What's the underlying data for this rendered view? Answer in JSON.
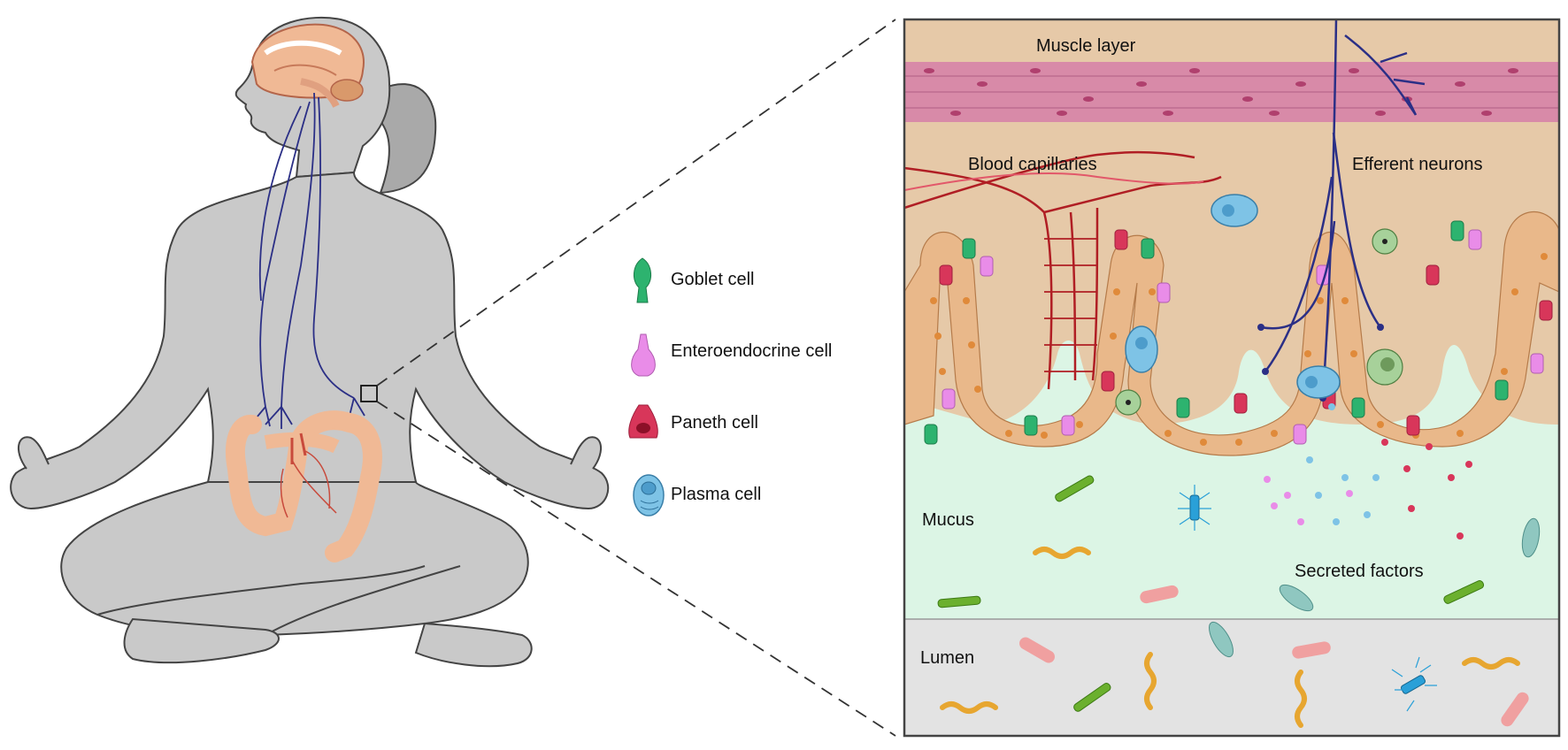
{
  "panel_labels": {
    "muscle_layer": "Muscle layer",
    "blood_capillaries": "Blood capillaries",
    "efferent_neurons": "Efferent neurons",
    "mucus": "Mucus",
    "secreted_factors": "Secreted factors",
    "lumen": "Lumen"
  },
  "legend": [
    {
      "label": "Goblet cell",
      "icon": "goblet-cell-icon",
      "color": "#2db36f"
    },
    {
      "label": "Enteroendocrine cell",
      "icon": "enteroendocrine-cell-icon",
      "color": "#e98ce8"
    },
    {
      "label": "Paneth cell",
      "icon": "paneth-cell-icon",
      "color": "#d8365a"
    },
    {
      "label": "Plasma cell",
      "icon": "plasma-cell-icon",
      "color": "#7ec3e6"
    }
  ],
  "colors": {
    "body": "#c9c9c9",
    "body_outline": "#444444",
    "nerve": "#2b2f86",
    "capillary": "#b01e24",
    "muscle": "#d88aa8",
    "lamina": "#e6c9a8",
    "mucus": "#dcf5e5",
    "lumen": "#e3e3e3",
    "epithelium": "#e9b88a",
    "colon": "#f0b995"
  }
}
